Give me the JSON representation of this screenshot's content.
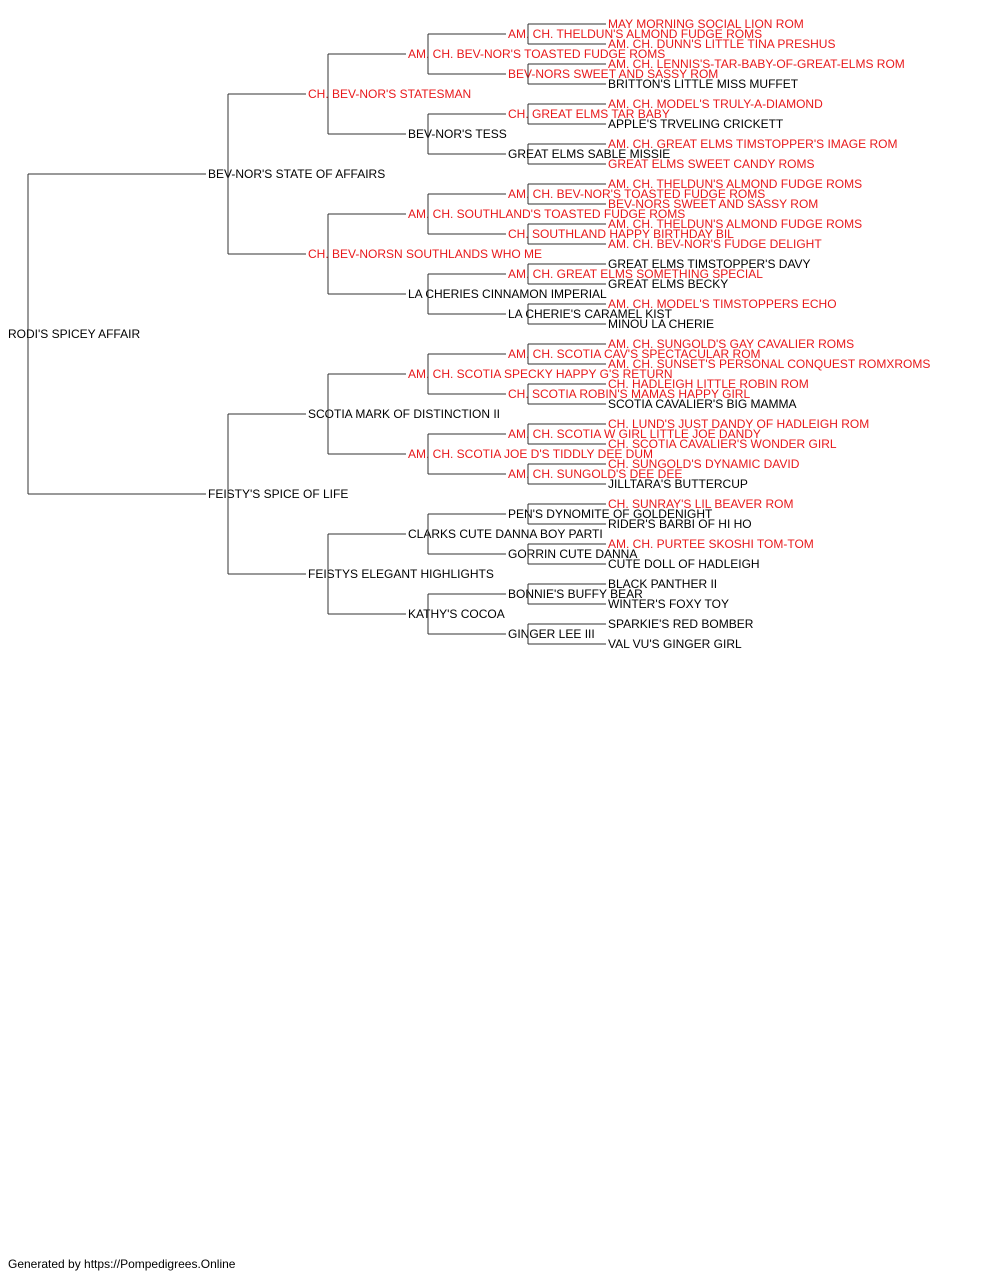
{
  "colors": {
    "champion": "#e8191b",
    "normal": "#000000",
    "line": "#333333"
  },
  "pedigree": {
    "name": "RODI'S SPICEY AFFAIR",
    "ch": false,
    "sire": {
      "name": "BEV-NOR'S STATE OF AFFAIRS",
      "ch": false,
      "sire": {
        "name": "CH. BEV-NOR'S STATESMAN",
        "ch": true,
        "sire": {
          "name": "AM. CH. BEV-NOR'S TOASTED FUDGE ROMS",
          "ch": true,
          "sire": {
            "name": "AM. CH. THELDUN'S ALMOND FUDGE ROMS",
            "ch": true,
            "sire": {
              "name": "MAY MORNING SOCIAL LION ROM",
              "ch": true
            },
            "dam": {
              "name": "AM. CH. DUNN'S LITTLE TINA PRESHUS",
              "ch": true
            }
          },
          "dam": {
            "name": "BEV-NORS SWEET AND SASSY ROM",
            "ch": true,
            "sire": {
              "name": "AM. CH. LENNIS'S-TAR-BABY-OF-GREAT-ELMS ROM",
              "ch": true
            },
            "dam": {
              "name": "BRITTON'S LITTLE MISS MUFFET",
              "ch": false
            }
          }
        },
        "dam": {
          "name": "BEV-NOR'S TESS",
          "ch": false,
          "sire": {
            "name": "CH. GREAT ELMS TAR BABY",
            "ch": true,
            "sire": {
              "name": "AM. CH. MODEL'S TRULY-A-DIAMOND",
              "ch": true
            },
            "dam": {
              "name": "APPLE'S TRVELING CRICKETT",
              "ch": false
            }
          },
          "dam": {
            "name": "GREAT ELMS SABLE MISSIE",
            "ch": false,
            "sire": {
              "name": "AM. CH. GREAT ELMS TIMSTOPPER'S IMAGE ROM",
              "ch": true
            },
            "dam": {
              "name": "GREAT ELMS SWEET CANDY ROMS",
              "ch": true
            }
          }
        }
      },
      "dam": {
        "name": "CH. BEV-NORSN SOUTHLANDS WHO ME",
        "ch": true,
        "sire": {
          "name": "AM. CH. SOUTHLAND'S TOASTED FUDGE ROMS",
          "ch": true,
          "sire": {
            "name": "AM. CH. BEV-NOR'S TOASTED FUDGE ROMS",
            "ch": true,
            "sire": {
              "name": "AM. CH. THELDUN'S ALMOND FUDGE ROMS",
              "ch": true
            },
            "dam": {
              "name": "BEV-NORS SWEET AND SASSY ROM",
              "ch": true
            }
          },
          "dam": {
            "name": "CH. SOUTHLAND HAPPY BIRTHDAY BIL",
            "ch": true,
            "sire": {
              "name": "AM. CH. THELDUN'S ALMOND FUDGE ROMS",
              "ch": true
            },
            "dam": {
              "name": "AM. CH. BEV-NOR'S FUDGE DELIGHT",
              "ch": true
            }
          }
        },
        "dam": {
          "name": "LA CHERIES CINNAMON IMPERIAL",
          "ch": false,
          "sire": {
            "name": "AM. CH. GREAT ELMS SOMETHING SPECIAL",
            "ch": true,
            "sire": {
              "name": "GREAT ELMS TIMSTOPPER'S DAVY",
              "ch": false
            },
            "dam": {
              "name": "GREAT ELMS BECKY",
              "ch": false
            }
          },
          "dam": {
            "name": "LA CHERIE'S CARAMEL KIST",
            "ch": false,
            "sire": {
              "name": "AM. CH. MODEL'S TIMSTOPPERS ECHO",
              "ch": true
            },
            "dam": {
              "name": "MINOU LA CHERIE",
              "ch": false
            }
          }
        }
      }
    },
    "dam": {
      "name": "FEISTY'S SPICE OF LIFE",
      "ch": false,
      "sire": {
        "name": "SCOTIA MARK OF DISTINCTION II",
        "ch": false,
        "sire": {
          "name": "AM. CH. SCOTIA SPECKY HAPPY G'S RETURN",
          "ch": true,
          "sire": {
            "name": "AM. CH. SCOTIA CAV'S SPECTACULAR ROM",
            "ch": true,
            "sire": {
              "name": "AM. CH. SUNGOLD'S GAY CAVALIER ROMS",
              "ch": true
            },
            "dam": {
              "name": "AM. CH. SUNSET'S PERSONAL CONQUEST ROMXROMS",
              "ch": true
            }
          },
          "dam": {
            "name": "CH. SCOTIA ROBIN'S MAMAS HAPPY GIRL",
            "ch": true,
            "sire": {
              "name": "CH. HADLEIGH LITTLE ROBIN ROM",
              "ch": true
            },
            "dam": {
              "name": "SCOTIA CAVALIER'S BIG MAMMA",
              "ch": false
            }
          }
        },
        "dam": {
          "name": "AM. CH. SCOTIA JOE D'S TIDDLY DEE DUM",
          "ch": true,
          "sire": {
            "name": "AM. CH. SCOTIA W GIRL LITTLE JOE DANDY",
            "ch": true,
            "sire": {
              "name": "CH. LUND'S JUST DANDY OF HADLEIGH ROM",
              "ch": true
            },
            "dam": {
              "name": "CH. SCOTIA CAVALIER'S WONDER GIRL",
              "ch": true
            }
          },
          "dam": {
            "name": "AM. CH. SUNGOLD'S DEE DEE",
            "ch": true,
            "sire": {
              "name": "CH. SUNGOLD'S DYNAMIC DAVID",
              "ch": true
            },
            "dam": {
              "name": "JILLTARA'S BUTTERCUP",
              "ch": false
            }
          }
        }
      },
      "dam": {
        "name": "FEISTYS ELEGANT HIGHLIGHTS",
        "ch": false,
        "sire": {
          "name": "CLARKS CUTE DANNA BOY PARTI",
          "ch": false,
          "sire": {
            "name": "PEN'S DYNOMITE OF GOLDENIGHT",
            "ch": false,
            "sire": {
              "name": "CH. SUNRAY'S LIL BEAVER ROM",
              "ch": true
            },
            "dam": {
              "name": "RIDER'S BARBI OF HI HO",
              "ch": false
            }
          },
          "dam": {
            "name": "GORRIN CUTE DANNA",
            "ch": false,
            "sire": {
              "name": "AM. CH. PURTEE SKOSHI TOM-TOM",
              "ch": true
            },
            "dam": {
              "name": "CUTE DOLL OF HADLEIGH",
              "ch": false
            }
          }
        },
        "dam": {
          "name": "KATHY'S COCOA",
          "ch": false,
          "sire": {
            "name": "BONNIE'S BUFFY BEAR",
            "ch": false,
            "sire": {
              "name": "BLACK PANTHER II",
              "ch": false
            },
            "dam": {
              "name": "WINTER'S FOXY TOY",
              "ch": false
            }
          },
          "dam": {
            "name": "GINGER LEE III",
            "ch": false,
            "sire": {
              "name": "SPARKIE'S RED BOMBER",
              "ch": false
            },
            "dam": {
              "name": "VAL VU'S GINGER GIRL",
              "ch": false
            }
          }
        }
      }
    }
  },
  "footer": "Generated by https://Pompedigrees.Online"
}
